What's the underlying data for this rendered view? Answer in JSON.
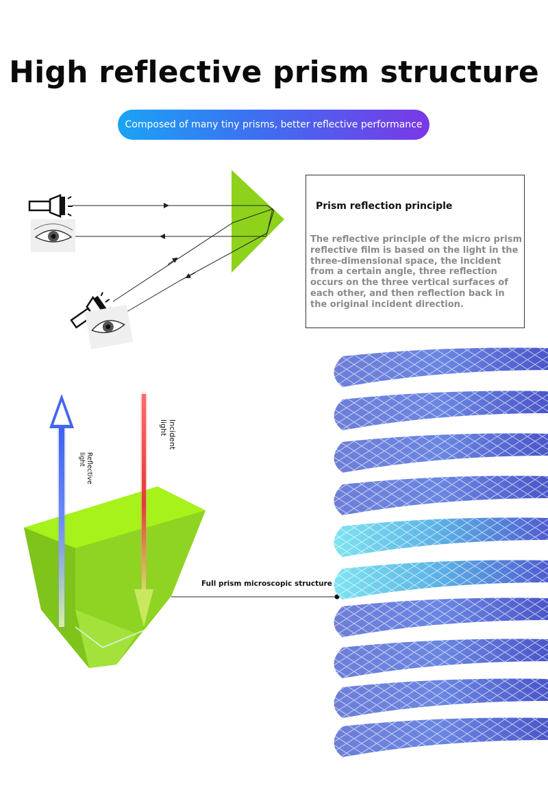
{
  "title": "High reflective prism structure",
  "subtitle": "Composed of many tiny prisms, better reflective performance",
  "principle_box": {
    "heading": "Prism reflection principle",
    "text": "The reflective principle of the micro prism reflective film is based on the light in the three-dimensional space, the incident from a certain angle, three reflection occurs on the three vertical surfaces of each other, and then reflection back in the original incident direction."
  },
  "labels": {
    "incident": "Incident light",
    "reflective": "Reflective light",
    "structure": "Full prism microscopic structure"
  },
  "colors": {
    "prism_green": "#8ed21c",
    "prism_bright": "#a6f21a",
    "incident_arrow": "#e23a3a",
    "reflective_arrow": "#3b5ff0",
    "strip_blue": "#5a6fd8",
    "strip_cyan": "#4fc3e8"
  },
  "icons": [
    "flashlight-icon",
    "eye-icon"
  ]
}
